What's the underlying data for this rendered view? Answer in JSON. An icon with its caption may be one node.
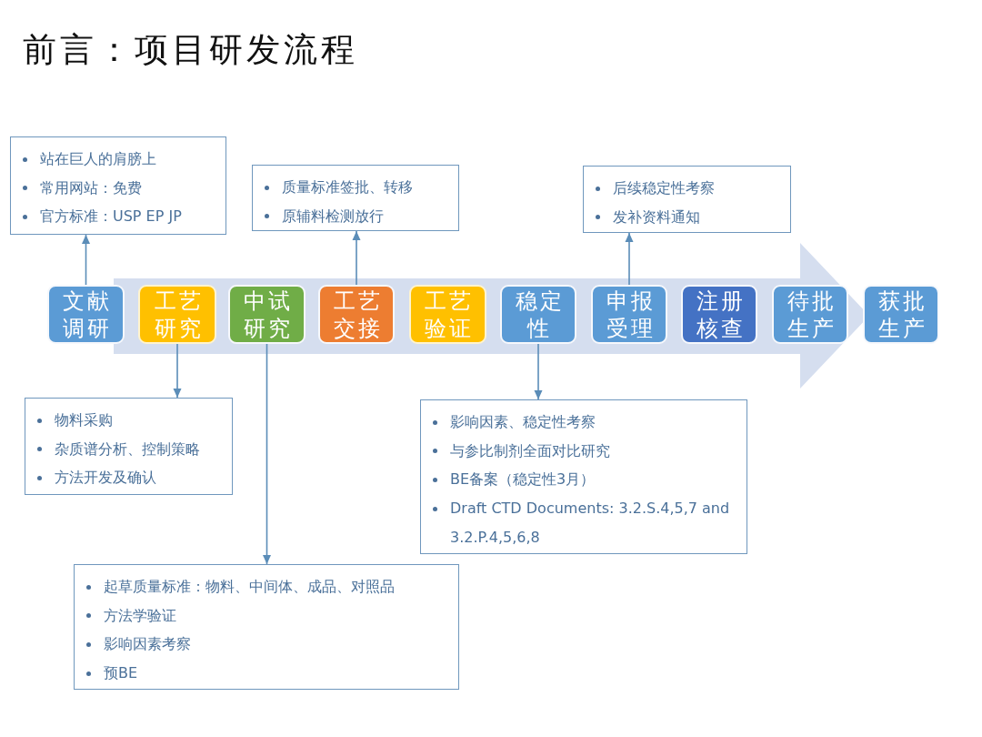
{
  "diagram": {
    "title": "前言：项目研发流程",
    "nodes": [
      {
        "text": [
          "站在巨人的肩膀上",
          "常用网站：免费",
          "官方标准：USP EP JP"
        ]
      },
      {
        "text": [
          "质量标准签批、转移",
          "原辅料检测放行"
        ]
      },
      {
        "text": [
          "后续稳定性考察",
          "发补资料通知"
        ]
      },
      {
        "text": [
          "文献调研"
        ]
      },
      {
        "text": [
          "工艺研究"
        ]
      },
      {
        "text": [
          "中试研究"
        ]
      },
      {
        "text": [
          "工艺交接"
        ]
      },
      {
        "text": [
          "工艺验证"
        ]
      },
      {
        "text": [
          "稳定性"
        ]
      },
      {
        "text": [
          "申报受理"
        ]
      },
      {
        "text": [
          "注册核查"
        ]
      },
      {
        "text": [
          "待批生产"
        ]
      },
      {
        "text": [
          "获批生产"
        ]
      },
      {
        "text": [
          "物料采购",
          "杂质谱分析、控制策略",
          "方法开发及确认"
        ]
      },
      {
        "text": [
          "影响因素、稳定性考察",
          "与参比制剂全面对比研究",
          "BE备案（稳定性3月）",
          "Draft CTD Documents: 3.2.S.4,5,7 and 3.2.P.4,5,6,8"
        ]
      },
      {
        "text": [
          "起草质量标准：物料、中间体、成品、对照品",
          "方法学验证",
          "影响因素考察",
          "预BE"
        ]
      }
    ],
    "edges": [
      {
        "from": 3,
        "to": 0,
        "arrow": "to"
      },
      {
        "from": 6,
        "to": 1,
        "arrow": "to"
      },
      {
        "from": 9,
        "to": 2,
        "arrow": "to"
      },
      {
        "from": 4,
        "to": 13,
        "arrow": "to"
      },
      {
        "from": 5,
        "to": 15,
        "arrow": "to"
      },
      {
        "from": 8,
        "to": 14,
        "arrow": "to"
      }
    ]
  }
}
